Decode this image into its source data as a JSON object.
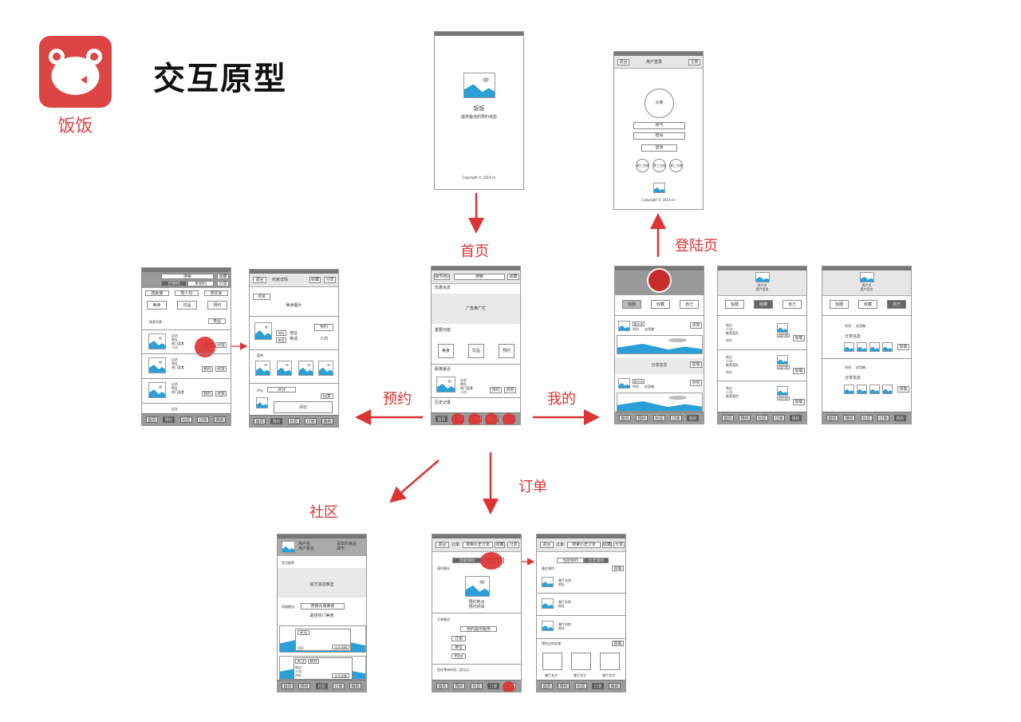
{
  "header": {
    "logo_text": "饭饭",
    "title": "交互原型"
  },
  "flow_labels": {
    "home": "首页",
    "login": "登陆页",
    "reserve": "预约",
    "mine": "我的",
    "order": "订单",
    "community": "社区"
  },
  "tabs": [
    "首页",
    "预约",
    "社区",
    "订单",
    "我的"
  ],
  "splash": {
    "app_name": "饭饭",
    "slogan": "提供最佳的预约体验",
    "copyright": "Copyright © 2014.cn"
  },
  "login": {
    "back": "返回",
    "title": "用户登录",
    "register": "注册",
    "avatar": "头像",
    "account": "账号",
    "password": "密码",
    "login_btn": "登录",
    "third": "第三方账号",
    "copyright": "Copyright © 2014.cn"
  },
  "home": {
    "city": "城市地区",
    "search": "搜索",
    "collect": "收藏",
    "discount": "优惠信息",
    "banner": "广告推广栏",
    "main_func": "重要功能",
    "btn_food": "美食",
    "btn_drink": "饮品",
    "btn_reserve": "预约",
    "recent": "距离最近",
    "shop": "店名",
    "addr": "地址",
    "pop": "热门菜食",
    "people": "人均",
    "reserve": "预约",
    "like": "点赞",
    "history": "历史记录"
  },
  "reserve_list": {
    "search": "搜索",
    "collect": "收藏",
    "all": "已预约",
    "not": "未预约",
    "near": "按距离",
    "people": "按人均",
    "favor": "按优惠",
    "food": "美食",
    "drink": "饮品",
    "reserve": "预约",
    "list_title": "商家列表",
    "type": "类型",
    "shop": "店名",
    "addr": "地址",
    "pop": "热门菜食",
    "people_avg": "人均",
    "like": "点赞"
  },
  "shop_detail": {
    "back": "返回",
    "title": "商家详情",
    "collect": "收藏",
    "share": "分享",
    "like": "点赞",
    "food_img": "美食图片",
    "addr": "地址",
    "phone": "电话",
    "people": "人均",
    "reserve": "预约",
    "menu": "菜单",
    "comment": "评论",
    "rate": "评分",
    "reply": "回复",
    "eval": "评价"
  },
  "mine": {
    "tab1": "饭圈",
    "tab2": "收藏",
    "tab3": "自己",
    "username": "用户名",
    "sign": "用户签名",
    "time": "时间",
    "app": "应用端",
    "share": "分享信息",
    "like": "点赞",
    "more": "加载",
    "shop": "地点",
    "people": "人均",
    "reason": "推荐菜色",
    "comment": "评价",
    "user": "用户名"
  },
  "community": {
    "username": "用户名",
    "sign": "用户签名",
    "fav": "喜欢的食品",
    "city": "城市",
    "official": "官方推荐",
    "official_msg": "官方消息推送",
    "same_city": "同城推送",
    "search_city": "搜索同城美食",
    "hot": "最佳热门美食",
    "follow": "关注",
    "like": "喜欢",
    "eval": "评价",
    "detail": "点击详情",
    "addr": "地点",
    "people": "人均"
  },
  "order": {
    "back": "返回",
    "title": "订单",
    "search": "搜索历史订单",
    "collect": "收藏",
    "share": "分享",
    "current": "当前预约",
    "history": "历史预约",
    "reserve_info": "预约情况",
    "reserve_place": "预约地点",
    "reserve_time": "预约时间",
    "order_info": "订单情况",
    "reserve_service": "预约提示服务",
    "order": "订单",
    "queue": "排位",
    "time": "时间",
    "waiting": "您在等待时间，您可以",
    "recent": "最近预约",
    "shop_name": "餐厅名称",
    "addr": "地址",
    "load": "加载",
    "past_shop": "预约过的店铺",
    "shop_label": "餐厅名字"
  }
}
